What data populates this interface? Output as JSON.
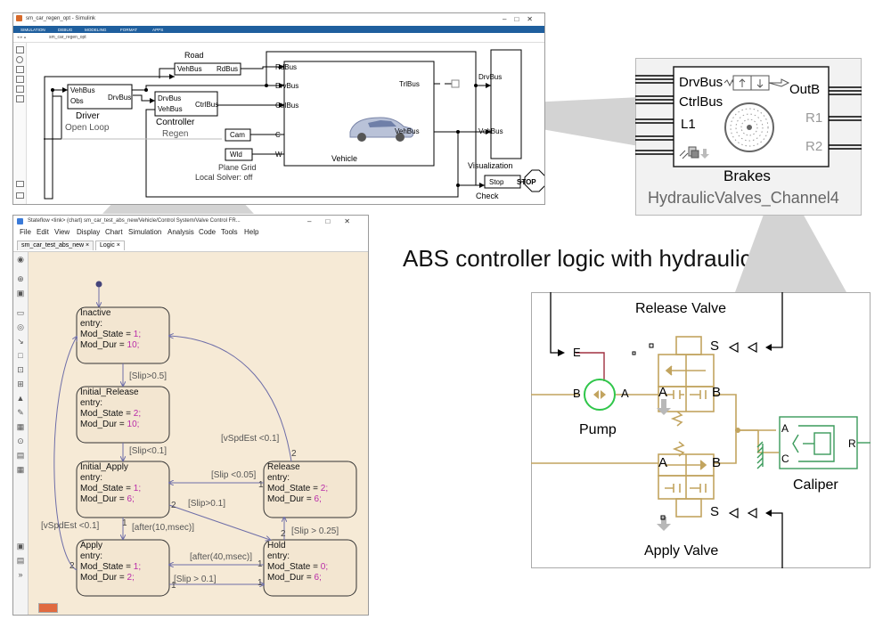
{
  "caption": "ABS controller logic with hydraulic circuit",
  "simulink": {
    "title": "sm_car_regen_opt - Simulink",
    "ribbon_tabs": [
      "SIMULATION",
      "DEBUG",
      "MODELING",
      "FORMAT",
      "APPS"
    ],
    "address": "sm_car_regen_opt",
    "blocks": {
      "road_label": "Road",
      "road_in": "VehBus",
      "road_out": "RdBus",
      "driver_in1": "VehBus",
      "driver_in2": "Obs",
      "driver_out": "DrvBus",
      "driver_name": "Driver",
      "driver_sub": "Open Loop",
      "ctrl_in1": "DrvBus",
      "ctrl_in2": "VehBus",
      "ctrl_out": "CtrlBus",
      "ctrl_name": "Controller",
      "ctrl_sub": "Regen",
      "cam": "Cam",
      "wld": "Wld",
      "grid1": "Plane Grid",
      "grid2": "Local Solver: off",
      "veh_in1": "RdBus",
      "veh_in2": "DrvBus",
      "veh_in3": "CtrlBus",
      "veh_in4": "C",
      "veh_in5": "W",
      "veh_out1": "TrlBus",
      "veh_out2": "VehBus",
      "veh_name": "Vehicle",
      "vis_in1": "DrvBus",
      "vis_in2": "VehBus",
      "vis_name": "Visualization",
      "check_port": "Stop",
      "check_name": "Check",
      "stop": "STOP"
    }
  },
  "brakes": {
    "in1": "DrvBus",
    "in2": "CtrlBus",
    "in3": "L1",
    "out1": "OutB",
    "out2": "R1",
    "out3": "R2",
    "name": "Brakes",
    "sub": "HydraulicValves_Channel4"
  },
  "stateflow": {
    "title": "Stateflow <link> (chart) sm_car_test_abs_new/Vehicle/Control System/Valve Control FR...",
    "menu": [
      "File",
      "Edit",
      "View",
      "Display",
      "Chart",
      "Simulation",
      "Analysis",
      "Code",
      "Tools",
      "Help"
    ],
    "tabs": [
      "sm_car_test_abs_new",
      "Logic"
    ],
    "states": [
      {
        "name": "Inactive",
        "entry": "entry:",
        "l1a": "Mod_State = ",
        "l1b": "1;",
        "l2a": "Mod_Dur = ",
        "l2b": "10;"
      },
      {
        "name": "Initial_Release",
        "entry": "entry:",
        "l1a": "Mod_State = ",
        "l1b": "2;",
        "l2a": "Mod_Dur = ",
        "l2b": "10;"
      },
      {
        "name": "Initial_Apply",
        "entry": "entry:",
        "l1a": "Mod_State = ",
        "l1b": "1;",
        "l2a": "Mod_Dur = ",
        "l2b": "6;"
      },
      {
        "name": "Apply",
        "entry": "entry:",
        "l1a": "Mod_State = ",
        "l1b": "1;",
        "l2a": "Mod_Dur = ",
        "l2b": "2;"
      },
      {
        "name": "Release",
        "entry": "entry:",
        "l1a": "Mod_State = ",
        "l1b": "2;",
        "l2a": "Mod_Dur = ",
        "l2b": "6;"
      },
      {
        "name": "Hold",
        "entry": "entry:",
        "l1a": "Mod_State = ",
        "l1b": "0;",
        "l2a": "Mod_Dur = ",
        "l2b": "6;"
      }
    ],
    "transitions": {
      "t1": "[Slip>0.5]",
      "t2": "[Slip<0.1]",
      "t3": "[vSpdEst <0.1]",
      "t4": "[Slip <0.05]",
      "t5": "[Slip>0.1]",
      "t6": "[after(10,msec)]",
      "t7": "[Slip > 0.25]",
      "t8": "[vSpdEst <0.1]",
      "t9": "[after(40,msec)]",
      "t10": "[Slip > 0.1]"
    },
    "priorities": [
      "2",
      "1",
      "2",
      "1",
      "2",
      "1",
      "2",
      "1",
      "1"
    ]
  },
  "hydraulic": {
    "release_valve": "Release Valve",
    "apply_valve": "Apply Valve",
    "pump": "Pump",
    "caliper": "Caliper",
    "e": "E",
    "b1": "B",
    "a1": "A",
    "a2": "A",
    "b2": "B",
    "a3": "A",
    "b3": "B",
    "s1": "S",
    "s2": "S",
    "ca": "A",
    "cc": "C",
    "cr": "R"
  },
  "colors": {
    "ribbon": "#1f5f9e",
    "stateflow_bg": "#f6ead6",
    "state_fill": "#f3e6d1",
    "transition": "#7878b0",
    "hyd_line": "#c2a45f",
    "caliper": "#3a9a5a",
    "pump_ring": "#2fc64a",
    "signal_red": "#a03040"
  }
}
